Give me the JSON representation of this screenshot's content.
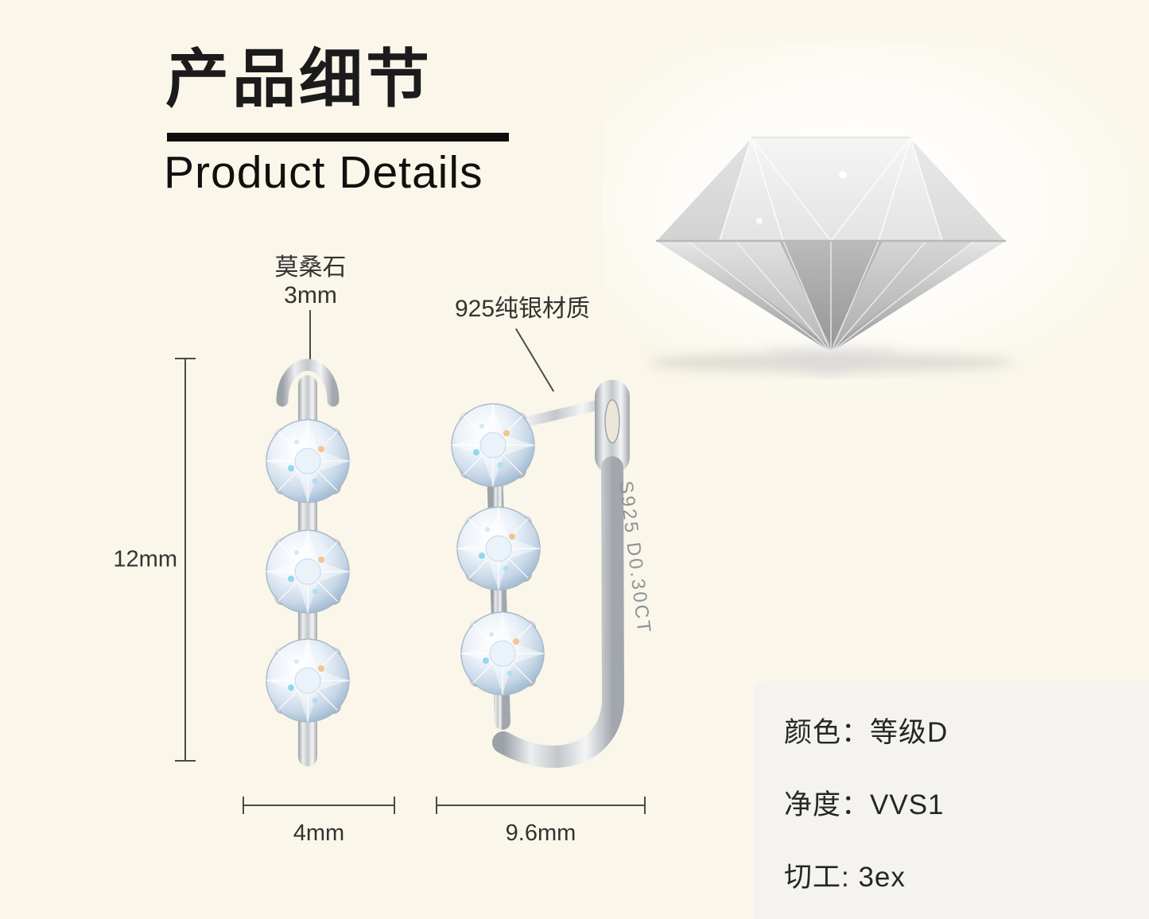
{
  "page": {
    "background": "#faf6e9",
    "panel_background": "#f4f3ef"
  },
  "header": {
    "title_zh": "产品细节",
    "title_en": "Product Details"
  },
  "callouts": {
    "stone_name": "莫桑石",
    "stone_size": "3mm",
    "material": "925纯银材质"
  },
  "dimensions": {
    "height": "12mm",
    "width_front": "4mm",
    "width_side": "9.6mm"
  },
  "engraving": "S925 D0.30CT",
  "specs": {
    "rows": [
      {
        "label": "颜色：",
        "value": "等级D"
      },
      {
        "label": "净度：",
        "value": "VVS1"
      },
      {
        "label": "切工: ",
        "value": "3ex"
      }
    ]
  }
}
